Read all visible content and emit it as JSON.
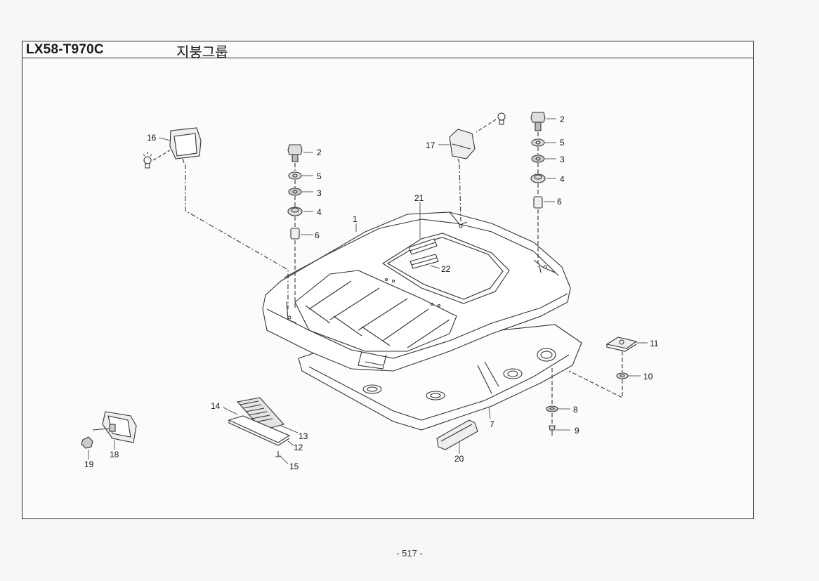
{
  "header": {
    "model": "LX58-T970C",
    "group_title": "지붕그룹"
  },
  "callouts": {
    "c1": "1",
    "c2a": "2",
    "c2b": "2",
    "c3a": "3",
    "c3b": "3",
    "c4a": "4",
    "c4b": "4",
    "c5a": "5",
    "c5b": "5",
    "c6a": "6",
    "c6b": "6",
    "c7": "7",
    "c8": "8",
    "c9": "9",
    "c10": "10",
    "c11": "11",
    "c12": "12",
    "c13": "13",
    "c14": "14",
    "c15": "15",
    "c16": "16",
    "c17": "17",
    "c18": "18",
    "c19": "19",
    "c20": "20",
    "c21": "21",
    "c22": "22"
  },
  "footer": {
    "page": "- 517 -"
  }
}
